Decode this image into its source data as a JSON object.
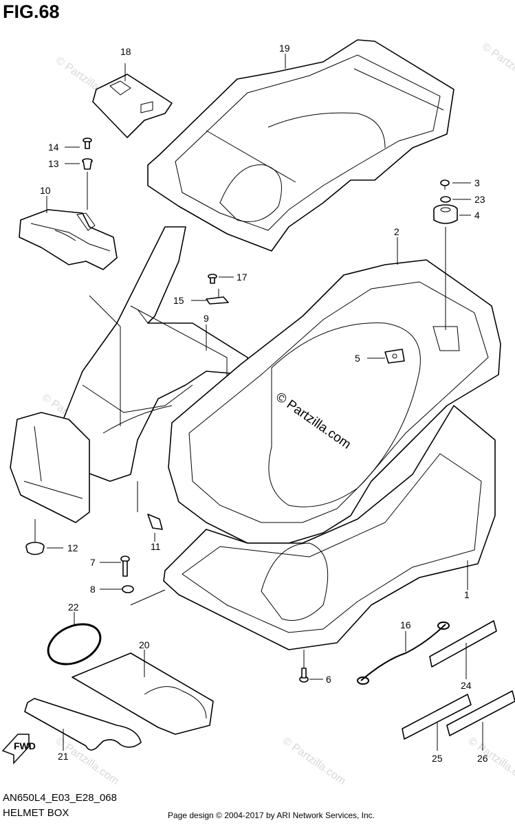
{
  "figure": {
    "title": "FIG.68",
    "code": "AN650L4_E03_E28_068",
    "name": "HELMET BOX",
    "credit": "Page design © 2004-2017 by ARI Network Services, Inc.",
    "watermark": "© Partzilla.com",
    "direction_label": "FWD"
  },
  "callouts": [
    {
      "id": "c1",
      "label": "1"
    },
    {
      "id": "c2",
      "label": "2"
    },
    {
      "id": "c3",
      "label": "3"
    },
    {
      "id": "c4",
      "label": "4"
    },
    {
      "id": "c5",
      "label": "5"
    },
    {
      "id": "c6",
      "label": "6"
    },
    {
      "id": "c7",
      "label": "7"
    },
    {
      "id": "c8",
      "label": "8"
    },
    {
      "id": "c9",
      "label": "9"
    },
    {
      "id": "c10",
      "label": "10"
    },
    {
      "id": "c11",
      "label": "11"
    },
    {
      "id": "c12",
      "label": "12"
    },
    {
      "id": "c13",
      "label": "13"
    },
    {
      "id": "c14",
      "label": "14"
    },
    {
      "id": "c15",
      "label": "15"
    },
    {
      "id": "c16",
      "label": "16"
    },
    {
      "id": "c17",
      "label": "17"
    },
    {
      "id": "c18",
      "label": "18"
    },
    {
      "id": "c19",
      "label": "19"
    },
    {
      "id": "c20",
      "label": "20"
    },
    {
      "id": "c21",
      "label": "21"
    },
    {
      "id": "c22",
      "label": "22"
    },
    {
      "id": "c23",
      "label": "23"
    },
    {
      "id": "c24",
      "label": "24"
    },
    {
      "id": "c25",
      "label": "25"
    },
    {
      "id": "c26",
      "label": "26"
    }
  ]
}
